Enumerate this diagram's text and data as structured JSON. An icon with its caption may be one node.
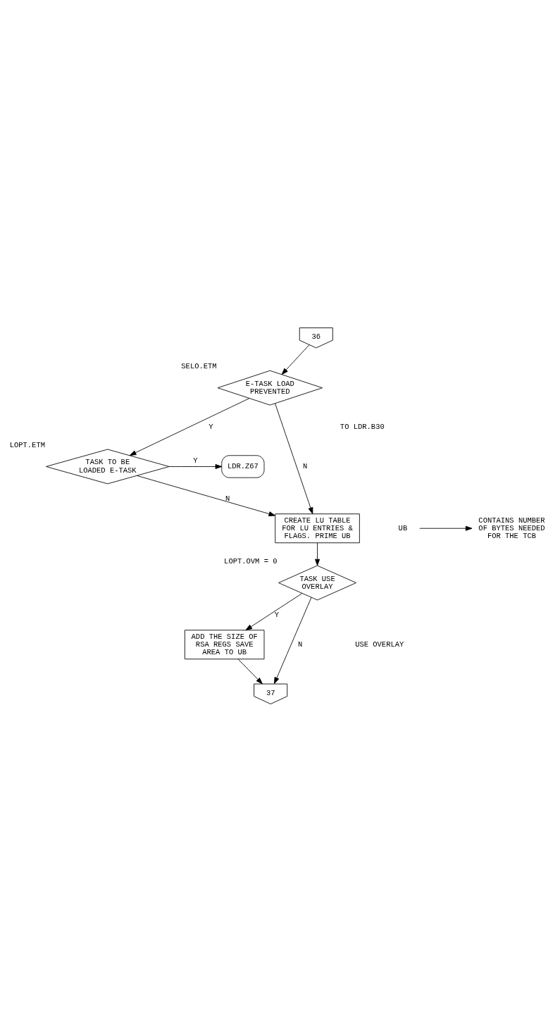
{
  "diagram": {
    "nodes": [
      {
        "text": [
          "36"
        ]
      },
      {
        "text": [
          "E-TASK LOAD PREVENTED"
        ],
        "beside": [
          "SELO.ETM"
        ]
      },
      {
        "text": [
          "TASK TO BE LOADED E-TASK"
        ],
        "beside": [
          "LOPT.ETM"
        ]
      },
      {
        "text": [
          "LDR.Z67"
        ]
      },
      {
        "text": [
          "CREATE LU TABLE FOR LU ENTRIES & FLAGS. PRIME UB"
        ]
      },
      {
        "text": [
          "UB"
        ]
      },
      {
        "text": [
          "CONTAINS NUMBER OF BYTES NEEDED FOR THE TCB"
        ]
      },
      {
        "text": [
          "TASK USE OVERLAY"
        ],
        "beside": [
          "LOPT.OVM = 0"
        ]
      },
      {
        "text": [
          "ADD THE SIZE OF RSA REGS SAVE AREA TO UB"
        ]
      },
      {
        "text": [
          "37"
        ]
      }
    ],
    "edges": [
      {
        "from": 0,
        "to": 1,
        "arrow": "to"
      },
      {
        "from": 1,
        "to": 2,
        "arrow": "to",
        "label": "Y"
      },
      {
        "from": 2,
        "to": 3,
        "arrow": "to",
        "label": "Y"
      },
      {
        "from": 1,
        "to": 4,
        "arrow": "to",
        "label": "N"
      },
      {
        "from": 2,
        "to": 4,
        "arrow": "to",
        "label": "N"
      },
      {
        "from": 5,
        "to": 6,
        "arrow": "to"
      },
      {
        "from": 4,
        "to": 7,
        "arrow": "to"
      },
      {
        "from": 7,
        "to": 8,
        "arrow": "to",
        "label": "Y"
      },
      {
        "from": 7,
        "to": 9,
        "arrow": "to",
        "label": "N"
      },
      {
        "from": 8,
        "to": 9,
        "arrow": "to"
      }
    ],
    "labels": [
      "TO LDR.B30",
      "USE OVERLAY"
    ]
  }
}
